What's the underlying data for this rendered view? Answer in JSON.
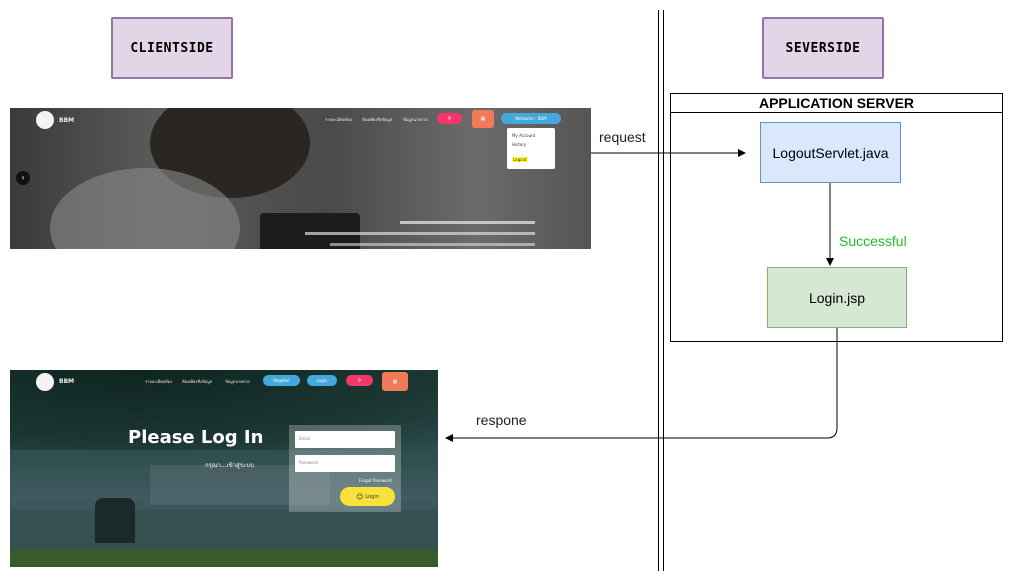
{
  "labels": {
    "clientside": "CLIENTSIDE",
    "serverside": "SEVERSIDE"
  },
  "app_server": {
    "title": "APPLICATION SERVER",
    "servlet": "LogoutServlet.java",
    "jsp": "Login.jsp",
    "edge_label": "Successful"
  },
  "arrows": {
    "request": "request",
    "response": "respone"
  },
  "top_screenshot": {
    "brand": "BBM",
    "nav": [
      "รายละเอียดห้อง",
      "ห้องเคียงชิ่งข้อมูล",
      "ข้อมูลนายกาย"
    ],
    "welcome": "Welcome : BBM",
    "menu": [
      "My Account",
      "History",
      "Logout"
    ]
  },
  "bottom_screenshot": {
    "brand": "BBM",
    "nav": [
      "รายละเอียดห้อง",
      "ห้องเคียงชิ่งข้อมูล",
      "ข้อมูลนายกาย"
    ],
    "register": "Register",
    "login_nav": "Login",
    "heading": "Please Log In",
    "subheading": "กรุณา...เข้าสู่ระบบ",
    "email_placeholder": "Email",
    "password_placeholder": "Password",
    "forgot": "Forgot Password",
    "login_button": "Login"
  },
  "colors": {
    "tag_fill": "#e1d5e7",
    "tag_stroke": "#9673a6",
    "servlet_fill": "#dae8fc",
    "servlet_stroke": "#6c8ebf",
    "jsp_fill": "#d5e8d4",
    "jsp_stroke": "#82b366",
    "success_text": "#22bb22"
  }
}
